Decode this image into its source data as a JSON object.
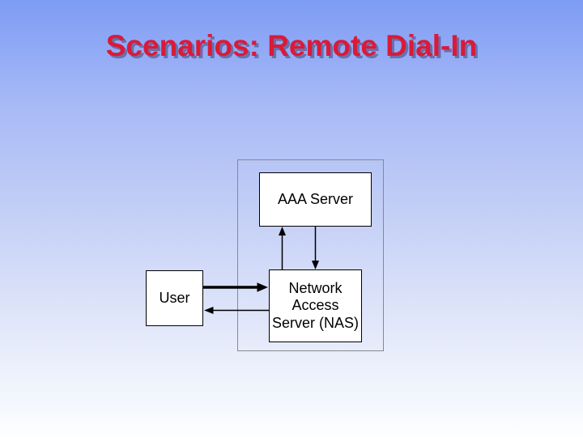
{
  "slide": {
    "title": "Scenarios: Remote Dial-In"
  },
  "colors": {
    "title_text": "#da1a38",
    "title_shadow": "#3c3864",
    "background_top": "#7e9cf5",
    "background_middle": "#c5d0f6",
    "background_bottom": "#fdfeff",
    "box_fill": "#ffffff",
    "box_border": "#000000",
    "container_border": "#88888f",
    "arrow": "#000000"
  },
  "diagram": {
    "nodes": {
      "aaa_server": {
        "label": "AAA Server"
      },
      "user": {
        "label": "User"
      },
      "nas": {
        "label": "Network\nAccess\nServer (NAS)"
      }
    },
    "edges": [
      {
        "from": "user",
        "to": "nas",
        "direction": "right",
        "weight": "thick"
      },
      {
        "from": "nas",
        "to": "user",
        "direction": "left",
        "weight": "thin"
      },
      {
        "from": "nas",
        "to": "aaa_server",
        "direction": "up",
        "weight": "thin"
      },
      {
        "from": "aaa_server",
        "to": "nas",
        "direction": "down",
        "weight": "thin"
      }
    ]
  }
}
